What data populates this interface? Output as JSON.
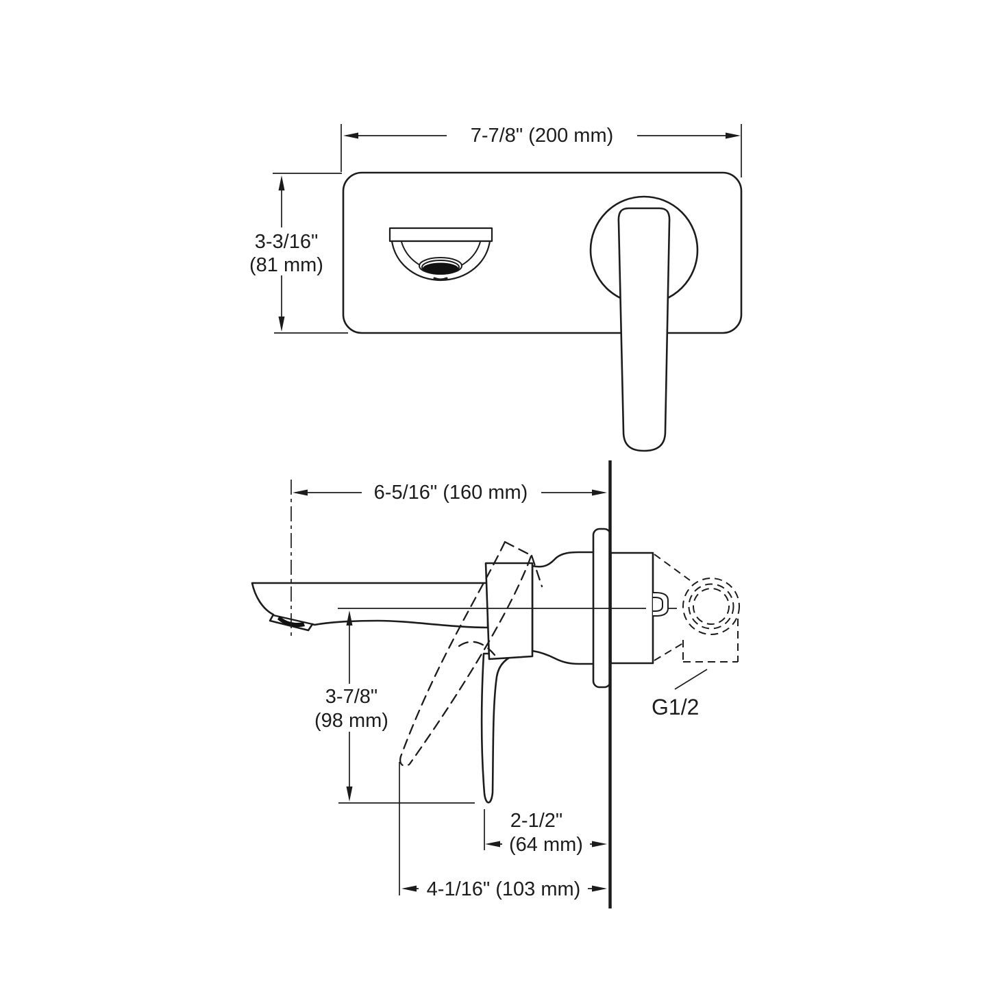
{
  "figure": {
    "colors": {
      "line": "#1c1c1c",
      "background": "#ffffff",
      "aerator_fill": "#111111"
    },
    "dims": {
      "plate_width": "7-7/8\" (200 mm)",
      "plate_height_in": "3-3/16\"",
      "plate_height_mm": "(81 mm)",
      "spout_reach": "6-5/16\" (160 mm)",
      "handle_drop_in": "3-7/8\"",
      "handle_drop_mm": "(98 mm)",
      "handle_to_wall_in": "2-1/2\"",
      "handle_to_wall_mm": "(64 mm)",
      "handle_reach": "4-1/16\" (103 mm)",
      "supply_connection": "G1/2"
    }
  }
}
